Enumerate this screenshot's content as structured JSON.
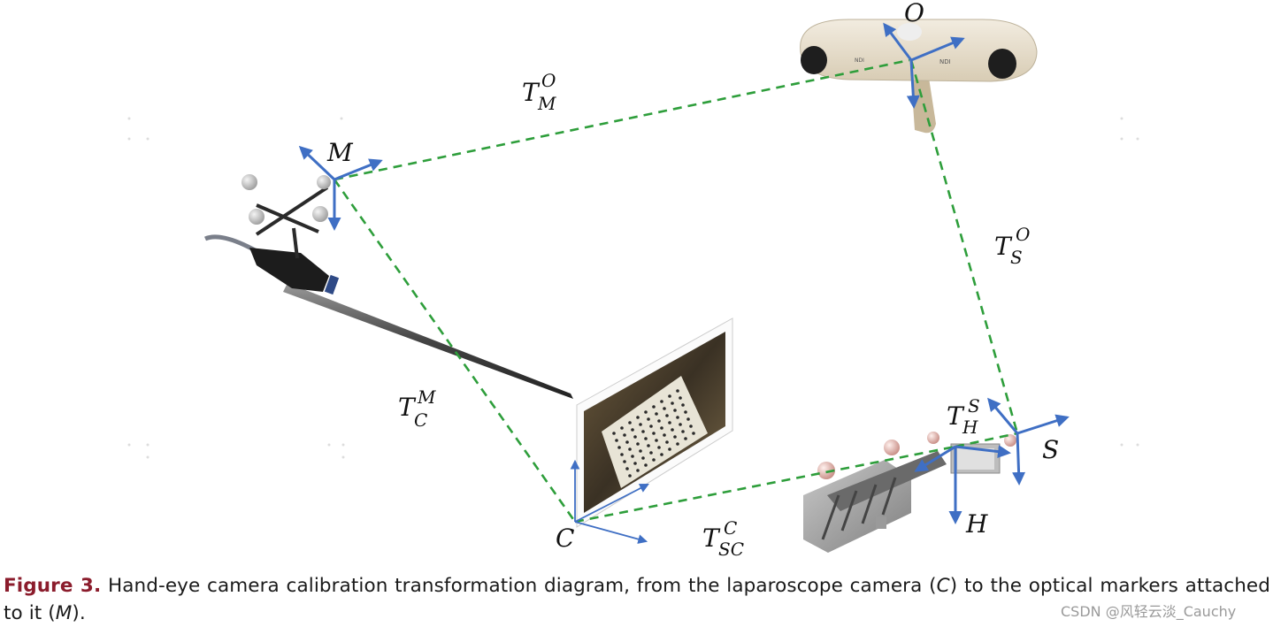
{
  "diagram": {
    "frames": {
      "O": "O",
      "M": "M",
      "S": "S",
      "C": "C",
      "H": "H"
    },
    "transforms": {
      "T_M_O": {
        "base": "T",
        "sub": "M",
        "sup": "O"
      },
      "T_S_O": {
        "base": "T",
        "sub": "S",
        "sup": "O"
      },
      "T_C_M": {
        "base": "T",
        "sub": "C",
        "sup": "M"
      },
      "T_H_S": {
        "base": "T",
        "sub": "H",
        "sup": "S"
      },
      "T_SC_C": {
        "base": "T",
        "sub": "SC",
        "sup": "C"
      }
    },
    "colors": {
      "dashed_link": "#2e9e3b",
      "axis": "#3f6fc4",
      "caption_label": "#8b1c2c"
    }
  },
  "caption": {
    "label": "Figure 3.",
    "text_1": " Hand-eye camera calibration transformation diagram, from the laparoscope camera (",
    "italic_C": "C",
    "text_2": ") to the optical markers attached to it (",
    "italic_M": "M",
    "text_3": ")."
  },
  "watermark": "CSDN @风轻云淡_Cauchy"
}
